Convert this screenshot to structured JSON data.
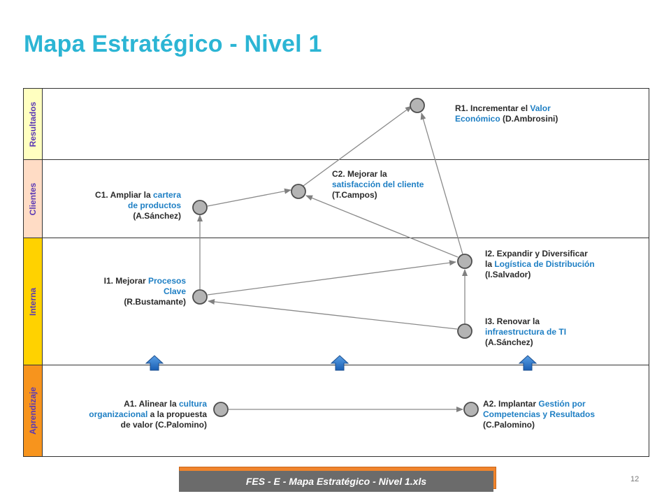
{
  "title": "Mapa Estratégico - Nivel 1",
  "bands": [
    {
      "label": "Resultados",
      "color": "#ffffc0"
    },
    {
      "label": "Clientes",
      "color": "#ffdcc5"
    },
    {
      "label": "Interna",
      "color": "#ffd200"
    },
    {
      "label": "Aprendizaje",
      "color": "#f7941d"
    }
  ],
  "nodes": {
    "r1": {
      "line1_a": "R1. Incrementar el ",
      "line1_b": "Valor",
      "line2_a": "Económico",
      "line2_b": " (D.Ambrosini)"
    },
    "c2": {
      "line1": "C2. Mejorar la",
      "line2": "satisfacción  del cliente",
      "line3": "(T.Campos)"
    },
    "c1": {
      "line1_a": "C1. Ampliar la ",
      "line1_b": "cartera",
      "line2": "de productos",
      "line3": "(A.Sánchez)"
    },
    "i2": {
      "line1": "I2. Expandir y Diversificar",
      "line2_a": "la ",
      "line2_b": "Logística de Distribución",
      "line3": "(I.Salvador)"
    },
    "i1": {
      "line1_a": "I1. Mejorar ",
      "line1_b": "Procesos",
      "line2": "Clave",
      "line3": "(R.Bustamante)"
    },
    "i3": {
      "line1": "I3. Renovar la",
      "line2": "infraestructura  de TI",
      "line3": "(A.Sánchez)"
    },
    "a1": {
      "line1_a": "A1. Alinear la ",
      "line1_b": "cultura",
      "line2_a": "organizacional",
      "line2_b": " a la propuesta",
      "line3": "de valor (C.Palomino)"
    },
    "a2": {
      "line1_a": "A2. Implantar ",
      "line1_b": "Gestión  por",
      "line2": "Competencias y Resultados",
      "line3": "(C.Palomino)"
    }
  },
  "footer": {
    "label": "FES - E - Mapa Estratégico - Nivel 1.xls"
  },
  "page_number": "12"
}
